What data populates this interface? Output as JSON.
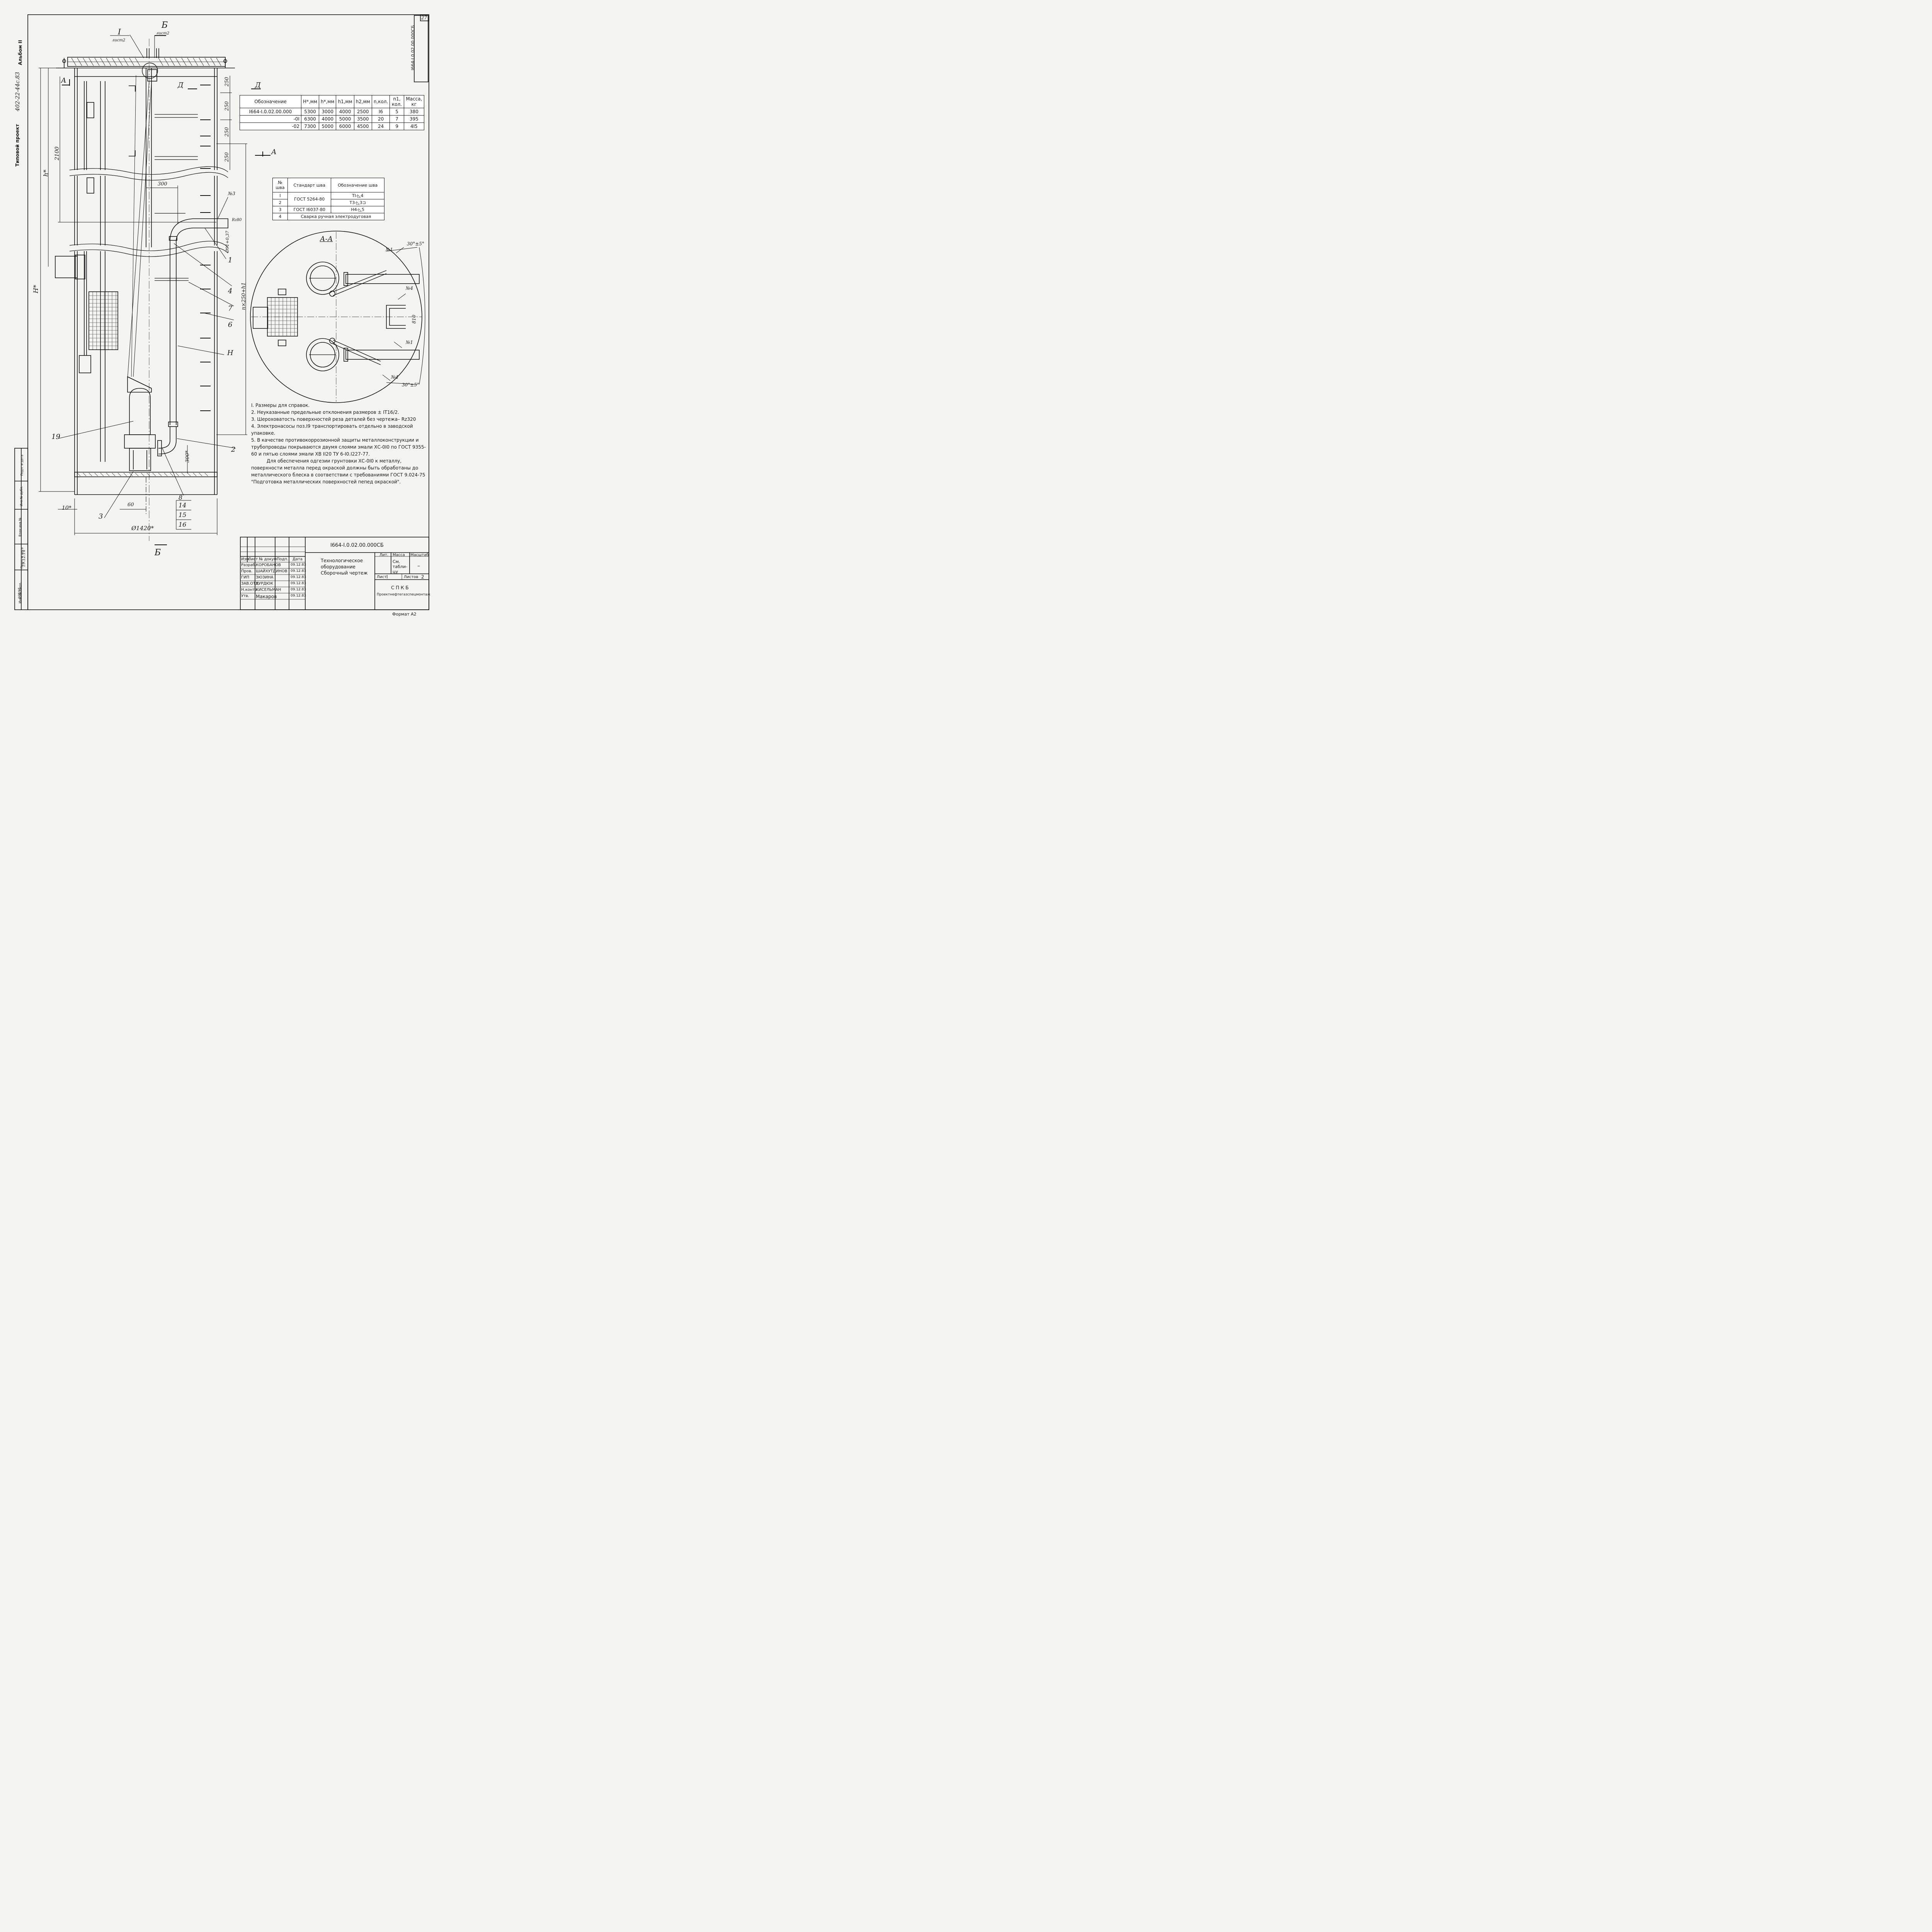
{
  "margin_strip": {
    "project": "Типовой проект",
    "project_code": "402-22-44с.83",
    "album": "Альбом II",
    "inv_number": "I6595",
    "sign_date": "19.12.14",
    "cells": [
      "Инв. № подл.",
      "Подп. и дата",
      "Взам.инв.№",
      "Инв.№ дубл.",
      "Подп. и дата"
    ]
  },
  "sheet_number": "27",
  "doc_code_vertical": "I664-I.0.02.00.000СБ",
  "section_marks": {
    "b_top": "Б",
    "b_top_sheet": "лист2",
    "b_bottom": "Б",
    "detail_I": "I",
    "detail_I_sheet": "лист2",
    "a_left": "А",
    "a_right": "А",
    "d_left": "Д",
    "d_right": "Д"
  },
  "dimensions": {
    "d250_1": "250",
    "d250_2": "250",
    "d250_3": "250",
    "d250_4": "250",
    "d2100": "2100",
    "h_star": "h*",
    "H_star": "H*",
    "d300": "300",
    "d300_bottom": "300*",
    "d60": "60",
    "d10": "10*",
    "d1420": "Ø1420*",
    "pitch": "n×250+h1",
    "pipe_d": "Ø91+0,37",
    "rz80": "Rz80",
    "d810": "810",
    "angle_top": "30°±5°",
    "angle_bottom": "30°±5°"
  },
  "callouts": [
    "№3",
    "1",
    "4",
    "7",
    "6",
    "Н",
    "2",
    "8",
    "14",
    "15",
    "16",
    "3",
    "19"
  ],
  "section_aa": {
    "title": "А-А",
    "welds": [
      "№1",
      "№4",
      "№1",
      "№4"
    ]
  },
  "spec_table": {
    "headers": [
      "Обозначение",
      "H*,мм",
      "h*,мм",
      "h1,мм",
      "h2,мм",
      "n,кол.",
      "n1, кол.",
      "Масса, кг"
    ],
    "rows": [
      [
        "I664-I.0.02.00.000",
        "5300",
        "3000",
        "4000",
        "2500",
        "I6",
        "5",
        "380"
      ],
      [
        "-0I",
        "6300",
        "4000",
        "5000",
        "3500",
        "20",
        "7",
        "395"
      ],
      [
        "-02",
        "7300",
        "5000",
        "6000",
        "4500",
        "24",
        "9",
        "4I5"
      ]
    ]
  },
  "weld_table": {
    "headers": [
      "№ шва",
      "Стандарт шва",
      "Обозначение шва"
    ],
    "rows": [
      [
        "I",
        "ГОСТ 5264-80",
        "TI-◺4"
      ],
      [
        "2",
        "",
        "T3-◺3⊐"
      ],
      [
        "3",
        "ГОСТ I6037-80",
        "H4-◺5"
      ],
      [
        "4",
        "Сварка ручная электродуговая",
        ""
      ]
    ]
  },
  "notes": [
    "I. Размеры для справок.",
    "2. Неуказанные предельные отклонения размеров ± IT16/2.",
    "3. Шероховатость поверхностей реза деталей без чертежа– Rz320",
    "4. Электронасосы поз.I9 транспортировать отдельно в заводской упаковке.",
    "5. В качестве противокоррозионной защиты металлоконструкции и трубопроводы покрываются двумя слоями эмали ХС-0I0 по ГОСТ 9355-60 и пятью слоями эмали ХВ II20 ТУ 6-I0.I227-77.",
    "Для обеспечения одгезии грунтовки ХС-0I0 к металлу, поверхности металла перед окраской должны быть обработаны до металлического блеска в соответствии с требованиями ГОСТ 9.024-75 \"Подготовка металлических поверхностей пепед окраской\"."
  ],
  "title_block": {
    "code": "I664-I.0.02.00.000СБ",
    "name_line1": "Технологическое",
    "name_line2": "оборудование",
    "name_line3": "Сборочный чертеж",
    "col_headers": [
      "Изм.",
      "Лист",
      "№ докум.",
      "Подп.",
      "Дата"
    ],
    "roles": [
      "Разраб.",
      "Пров.",
      "ГИП",
      "ЗАВ.ОТД.",
      "Н.контр.",
      "Утв."
    ],
    "names": [
      "КОРОБАНОВ",
      "ШАЙХУТДИНОВ",
      "ЗЮЗИНА",
      "КУРДЮК",
      "КИСЕЛЬМАН",
      "Макаров"
    ],
    "dates": [
      "09.12.83",
      "09.12.83",
      "09.12.83",
      "09.12.83",
      "09.12.83",
      "09.12.83"
    ],
    "lit_label": "Лит.",
    "mass_label": "Масса",
    "scale_label": "Масштаб",
    "mass_value": "См. табли-цу",
    "scale_value": "–",
    "sheet_label": "Лист",
    "sheet_value": "I",
    "sheets_label": "Листов",
    "sheets_value": "2",
    "org1": "С П К Б",
    "org2": "Проектнефтегазспецмонтаж"
  },
  "format": "Формат А2"
}
